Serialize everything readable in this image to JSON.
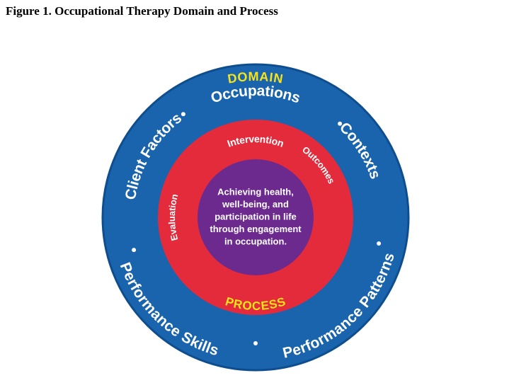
{
  "figure_title": "Figure 1. Occupational Therapy Domain and Process",
  "domain": {
    "heading": "DOMAIN",
    "items": [
      "Occupations",
      "Contexts",
      "Performance Patterns",
      "Performance Skills",
      "Client Factors"
    ]
  },
  "process": {
    "heading": "PROCESS",
    "items": [
      "Intervention",
      "Outcomes",
      "Evaluation"
    ]
  },
  "core": {
    "lines": [
      "Achieving health,",
      "well-being, and",
      "participation in life",
      "through engagement",
      "in occupation."
    ]
  },
  "colors": {
    "outer_ring": "#1a64ad",
    "outer_ring_edge": "#0f4e8e",
    "middle_ring": "#e42b3b",
    "core": "#6c2a8f",
    "heading_yellow": "#f6e318",
    "text": "#ffffff"
  }
}
